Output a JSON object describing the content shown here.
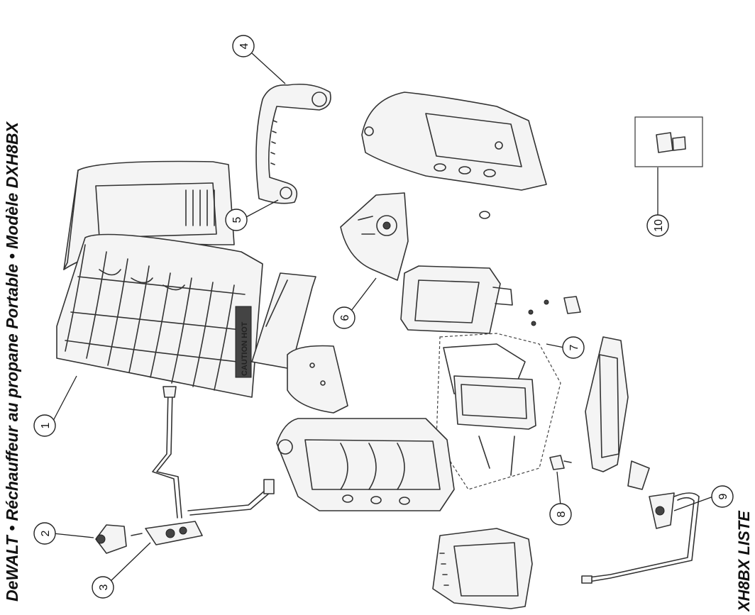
{
  "title": "DeWALT • Réchauffeur au propane Portable • Modèle DXH8BX",
  "footer": "XH8BX LISTE",
  "caution_label": "CAUTION HOT",
  "callouts": [
    "1",
    "2",
    "3",
    "4",
    "5",
    "6",
    "7",
    "8",
    "9",
    "10"
  ]
}
